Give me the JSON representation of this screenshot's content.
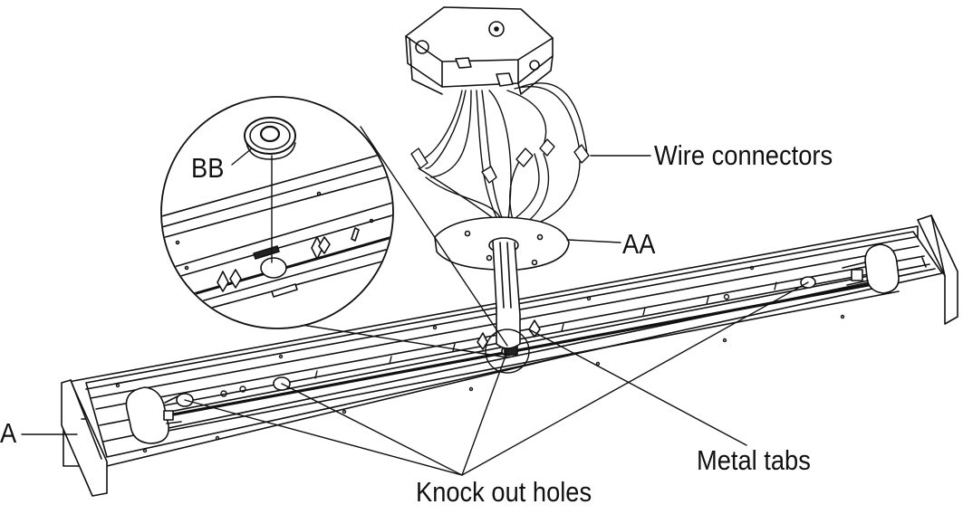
{
  "labels": {
    "bb": "BB",
    "wire_connectors": "Wire connectors",
    "aa": "AA",
    "a": "A",
    "metal_tabs": "Metal tabs",
    "knock_out_holes": "Knock out holes"
  },
  "colors": {
    "ink": "#111111",
    "paper": "#ffffff"
  }
}
